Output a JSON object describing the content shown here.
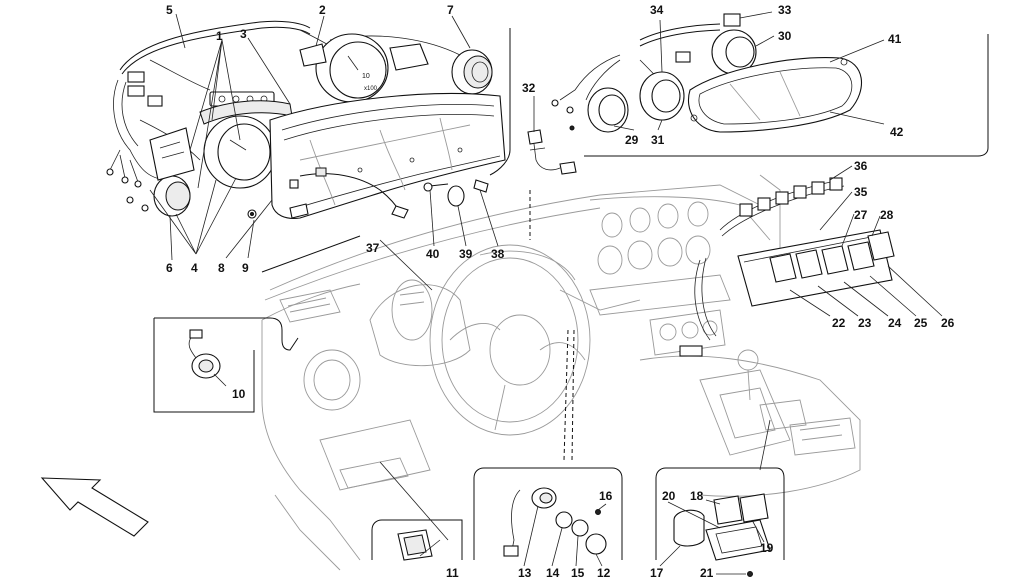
{
  "labels": {
    "n1": "1",
    "n2": "2",
    "n3": "3",
    "n4": "4",
    "n5": "5",
    "n6": "6",
    "n7": "7",
    "n8": "8",
    "n9": "9",
    "n10": "10",
    "n11": "11",
    "n12": "12",
    "n13": "13",
    "n14": "14",
    "n15": "15",
    "n16": "16",
    "n17": "17",
    "n18": "18",
    "n19": "19",
    "n20": "20",
    "n21": "21",
    "n22": "22",
    "n23": "23",
    "n24": "24",
    "n25": "25",
    "n26": "26",
    "n27": "27",
    "n28": "28",
    "n29": "29",
    "n30": "30",
    "n31": "31",
    "n32": "32",
    "n33": "33",
    "n34": "34",
    "n35": "35",
    "n36": "36",
    "n37": "37",
    "n38": "38",
    "n39": "39",
    "n40": "40",
    "n41": "41",
    "n42": "42"
  },
  "gauge_text": {
    "tach_unit": "x100",
    "tach_scale": "10"
  }
}
